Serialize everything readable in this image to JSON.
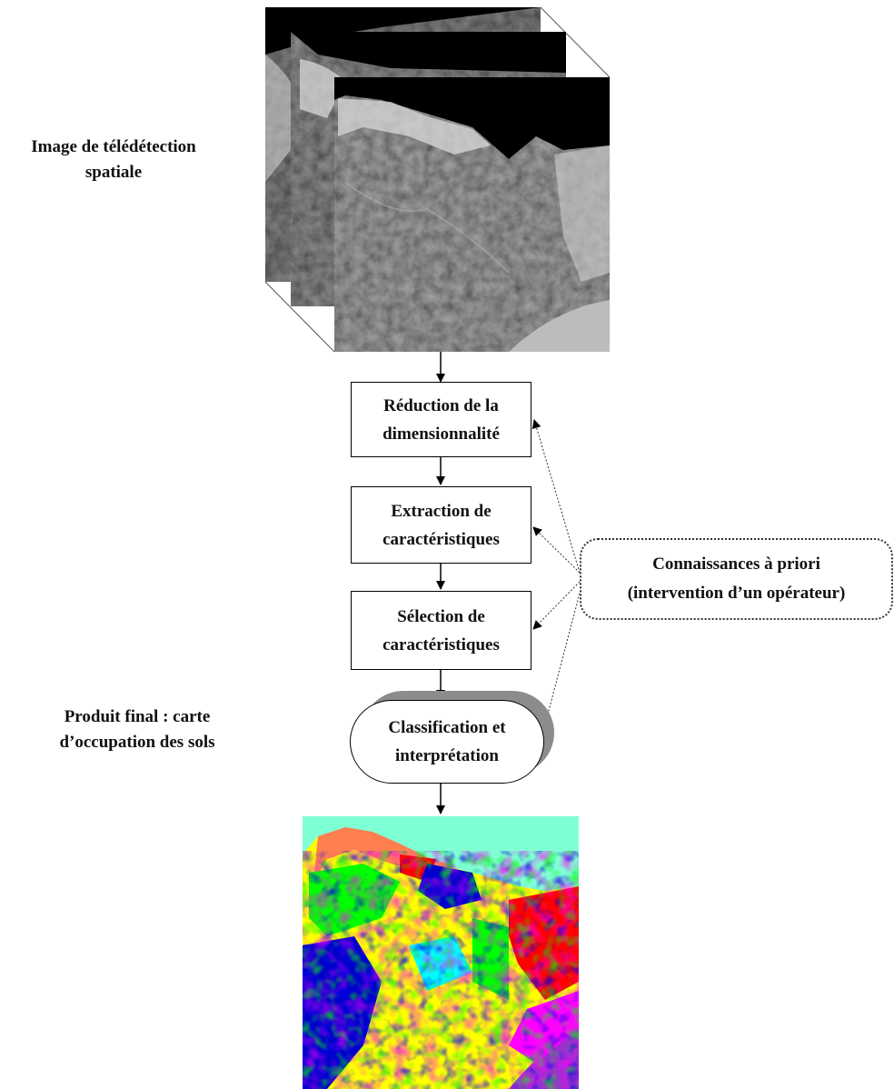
{
  "labels": {
    "input_image": "Image de télédétection\nspatiale",
    "final_product": "Produit final : carte\nd’occupation des sols"
  },
  "steps": {
    "reduction": "Réduction de la\ndimensionnalité",
    "extraction": "Extraction de\ncaractéristiques",
    "selection": "Sélection de\ncaractéristiques",
    "classification": "Classification et\ninterprétation"
  },
  "knowledge": "Connaissances à priori\n(intervention d’un opérateur)",
  "colors": {
    "land_cover_classes": [
      "#7fffd4",
      "#00ff00",
      "#ffff00",
      "#0000cd",
      "#ff0000",
      "#ff00ff",
      "#ff7f50",
      "#9932cc",
      "#00ffff"
    ]
  }
}
